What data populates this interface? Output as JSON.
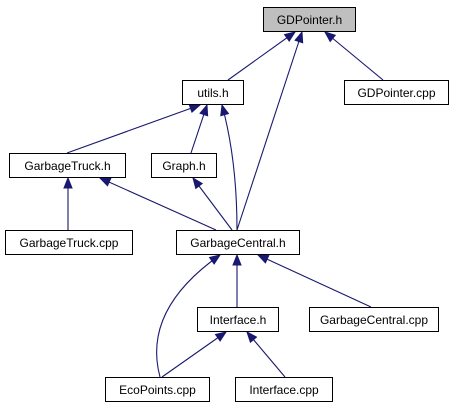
{
  "diagram": {
    "nodes": [
      {
        "id": "gdpointer_h",
        "label": "GDPointer.h",
        "highlighted": true
      },
      {
        "id": "utils_h",
        "label": "utils.h"
      },
      {
        "id": "gdpointer_cpp",
        "label": "GDPointer.cpp"
      },
      {
        "id": "garbagetruck_h",
        "label": "GarbageTruck.h"
      },
      {
        "id": "graph_h",
        "label": "Graph.h"
      },
      {
        "id": "garbagetruck_cpp",
        "label": "GarbageTruck.cpp"
      },
      {
        "id": "garbagecentral_h",
        "label": "GarbageCentral.h"
      },
      {
        "id": "interface_h",
        "label": "Interface.h"
      },
      {
        "id": "garbagecentral_cpp",
        "label": "GarbageCentral.cpp"
      },
      {
        "id": "ecopoints_cpp",
        "label": "EcoPoints.cpp"
      },
      {
        "id": "interface_cpp",
        "label": "Interface.cpp"
      }
    ],
    "edges": [
      {
        "from": "utils_h",
        "to": "gdpointer_h"
      },
      {
        "from": "gdpointer_cpp",
        "to": "gdpointer_h"
      },
      {
        "from": "garbagecentral_h",
        "to": "gdpointer_h"
      },
      {
        "from": "garbagetruck_h",
        "to": "utils_h"
      },
      {
        "from": "graph_h",
        "to": "utils_h"
      },
      {
        "from": "garbagecentral_h",
        "to": "utils_h"
      },
      {
        "from": "garbagetruck_cpp",
        "to": "garbagetruck_h"
      },
      {
        "from": "garbagecentral_h",
        "to": "garbagetruck_h"
      },
      {
        "from": "garbagecentral_h",
        "to": "graph_h"
      },
      {
        "from": "ecopoints_cpp",
        "to": "garbagecentral_h"
      },
      {
        "from": "interface_h",
        "to": "garbagecentral_h"
      },
      {
        "from": "garbagecentral_cpp",
        "to": "garbagecentral_h"
      },
      {
        "from": "ecopoints_cpp",
        "to": "interface_h"
      },
      {
        "from": "interface_cpp",
        "to": "interface_h"
      }
    ]
  },
  "colors": {
    "edge": "#191970",
    "node_fill": "#ffffff",
    "node_highlight_fill": "#bfbfbf",
    "node_border": "#000000",
    "text": "#000000",
    "background": "#ffffff"
  }
}
